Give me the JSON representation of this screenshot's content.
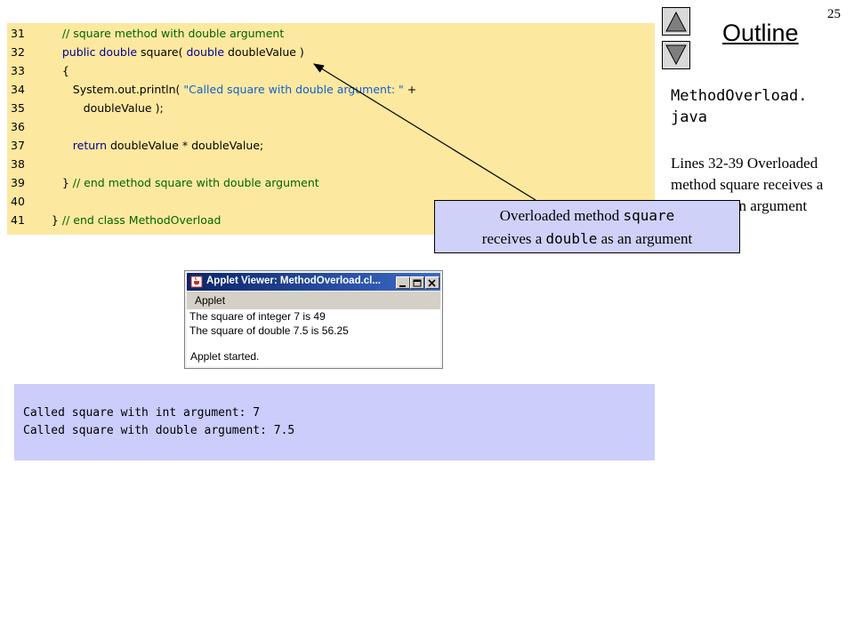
{
  "slide": {
    "page_number": "25",
    "outline_title": "Outline",
    "file_name": "MethodOverload.\njava",
    "side_note": "Lines 32-39\nOverloaded method square receives a double as an argument"
  },
  "code": {
    "lines": [
      {
        "num": "31",
        "segments": [
          {
            "t": "      ",
            "c": "txt"
          },
          {
            "t": "// square method with double argument",
            "c": "comment"
          }
        ]
      },
      {
        "num": "32",
        "segments": [
          {
            "t": "      ",
            "c": "txt"
          },
          {
            "t": "public double ",
            "c": "kw"
          },
          {
            "t": "square( ",
            "c": "txt"
          },
          {
            "t": "double ",
            "c": "kw"
          },
          {
            "t": "doubleValue )",
            "c": "txt"
          }
        ]
      },
      {
        "num": "33",
        "segments": [
          {
            "t": "      {",
            "c": "txt"
          }
        ]
      },
      {
        "num": "34",
        "segments": [
          {
            "t": "         System.out.println( ",
            "c": "txt"
          },
          {
            "t": "\"Called square with double argument: \"",
            "c": "str"
          },
          {
            "t": " +",
            "c": "txt"
          }
        ]
      },
      {
        "num": "35",
        "segments": [
          {
            "t": "            doubleValue );",
            "c": "txt"
          }
        ]
      },
      {
        "num": "36",
        "segments": []
      },
      {
        "num": "37",
        "segments": [
          {
            "t": "         ",
            "c": "txt"
          },
          {
            "t": "return ",
            "c": "kw"
          },
          {
            "t": "doubleValue * doubleValue;",
            "c": "txt"
          }
        ]
      },
      {
        "num": "38",
        "segments": []
      },
      {
        "num": "39",
        "segments": [
          {
            "t": "      } ",
            "c": "txt"
          },
          {
            "t": "// end method square with double argument",
            "c": "comment"
          }
        ]
      },
      {
        "num": "40",
        "segments": []
      },
      {
        "num": "41",
        "segments": [
          {
            "t": "   } ",
            "c": "txt"
          },
          {
            "t": "// end class MethodOverload",
            "c": "comment"
          }
        ]
      }
    ]
  },
  "callout": {
    "line1_text": "Overloaded method ",
    "line1_code": "square",
    "line2_pre": "receives a ",
    "line2_code": "double",
    "line2_post": " as an argument"
  },
  "applet": {
    "title": "Applet Viewer: MethodOverload.cl...",
    "menu": "Applet",
    "output_lines": [
      "The square of integer 7 is 49",
      "The square of double 7.5 is 56.25"
    ],
    "status": "Applet started."
  },
  "console": {
    "lines": [
      "Called square with int argument: 7",
      "Called square with double argument: 7.5"
    ]
  },
  "icons": {
    "up": "triangle-up-icon",
    "down": "triangle-down-icon",
    "minimize": "minimize-icon",
    "maximize": "maximize-icon",
    "close": "close-icon",
    "applet_app": "java-cup-icon"
  },
  "colors": {
    "code_bg": "#fde8a0",
    "callout_bg": "#cfd1f8",
    "console_bg": "#cbcdfb",
    "comment": "#006400",
    "keyword": "#000090",
    "string": "#1060d0"
  }
}
